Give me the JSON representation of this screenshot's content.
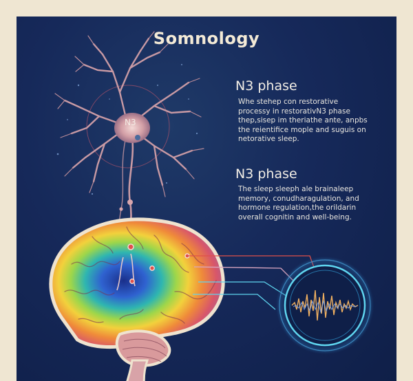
{
  "title": "Somnology",
  "neuron_label": "N3",
  "section1": {
    "heading": "N3 phase",
    "lines": [
      "Whe stehep con restorative",
      "processy in restorativN3 phase",
      "thep,sisep im theriathe ante, anpbs",
      "the reientifice mople and suguis on",
      "netorative sleep."
    ]
  },
  "section2": {
    "heading": "N3 phase",
    "lines": [
      "The sleep sleeph ale brainaleep",
      "memory, conudharagulation, and",
      "hormone regulation,the orildarin",
      "overall cognitin and well-being."
    ]
  },
  "colors": {
    "background": "#efe6d2",
    "panel": "#16295a",
    "accent_cyan": "#5fd6f0",
    "accent_red": "#e0504a"
  },
  "icons": [
    "neuron-icon",
    "brain-icon",
    "eeg-wave-icon"
  ]
}
